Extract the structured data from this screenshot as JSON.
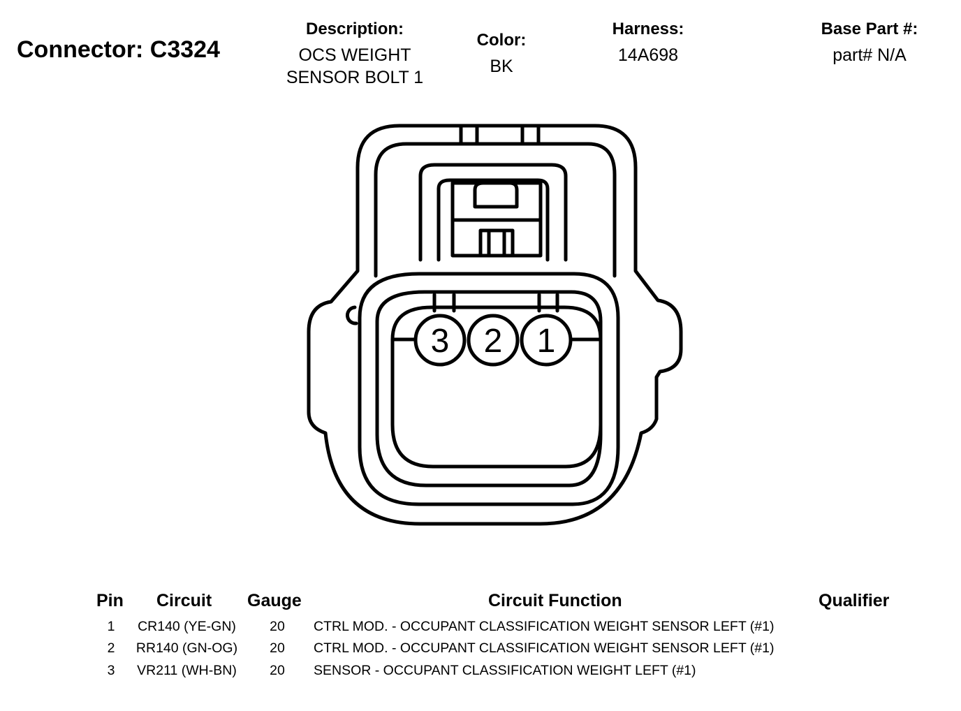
{
  "connector": {
    "title": "Connector: C3324"
  },
  "header": {
    "description": {
      "label": "Description:",
      "line1": "OCS WEIGHT",
      "line2": "SENSOR BOLT 1"
    },
    "color": {
      "label": "Color:",
      "value": "BK"
    },
    "harness": {
      "label": "Harness:",
      "value": "14A698"
    },
    "base_part": {
      "label": "Base Part #:",
      "value": "part# N/A"
    }
  },
  "diagram": {
    "pins": [
      "3",
      "2",
      "1"
    ]
  },
  "table": {
    "headers": {
      "pin": "Pin",
      "circuit": "Circuit",
      "gauge": "Gauge",
      "function": "Circuit Function",
      "qualifier": "Qualifier"
    },
    "rows": [
      {
        "pin": "1",
        "circuit": "CR140 (YE-GN)",
        "gauge": "20",
        "function": "CTRL MOD. - OCCUPANT CLASSIFICATION WEIGHT SENSOR LEFT (#1)",
        "qualifier": ""
      },
      {
        "pin": "2",
        "circuit": "RR140 (GN-OG)",
        "gauge": "20",
        "function": "CTRL MOD. - OCCUPANT CLASSIFICATION WEIGHT SENSOR LEFT (#1)",
        "qualifier": ""
      },
      {
        "pin": "3",
        "circuit": "VR211 (WH-BN)",
        "gauge": "20",
        "function": "SENSOR - OCCUPANT CLASSIFICATION WEIGHT LEFT (#1)",
        "qualifier": ""
      }
    ]
  }
}
